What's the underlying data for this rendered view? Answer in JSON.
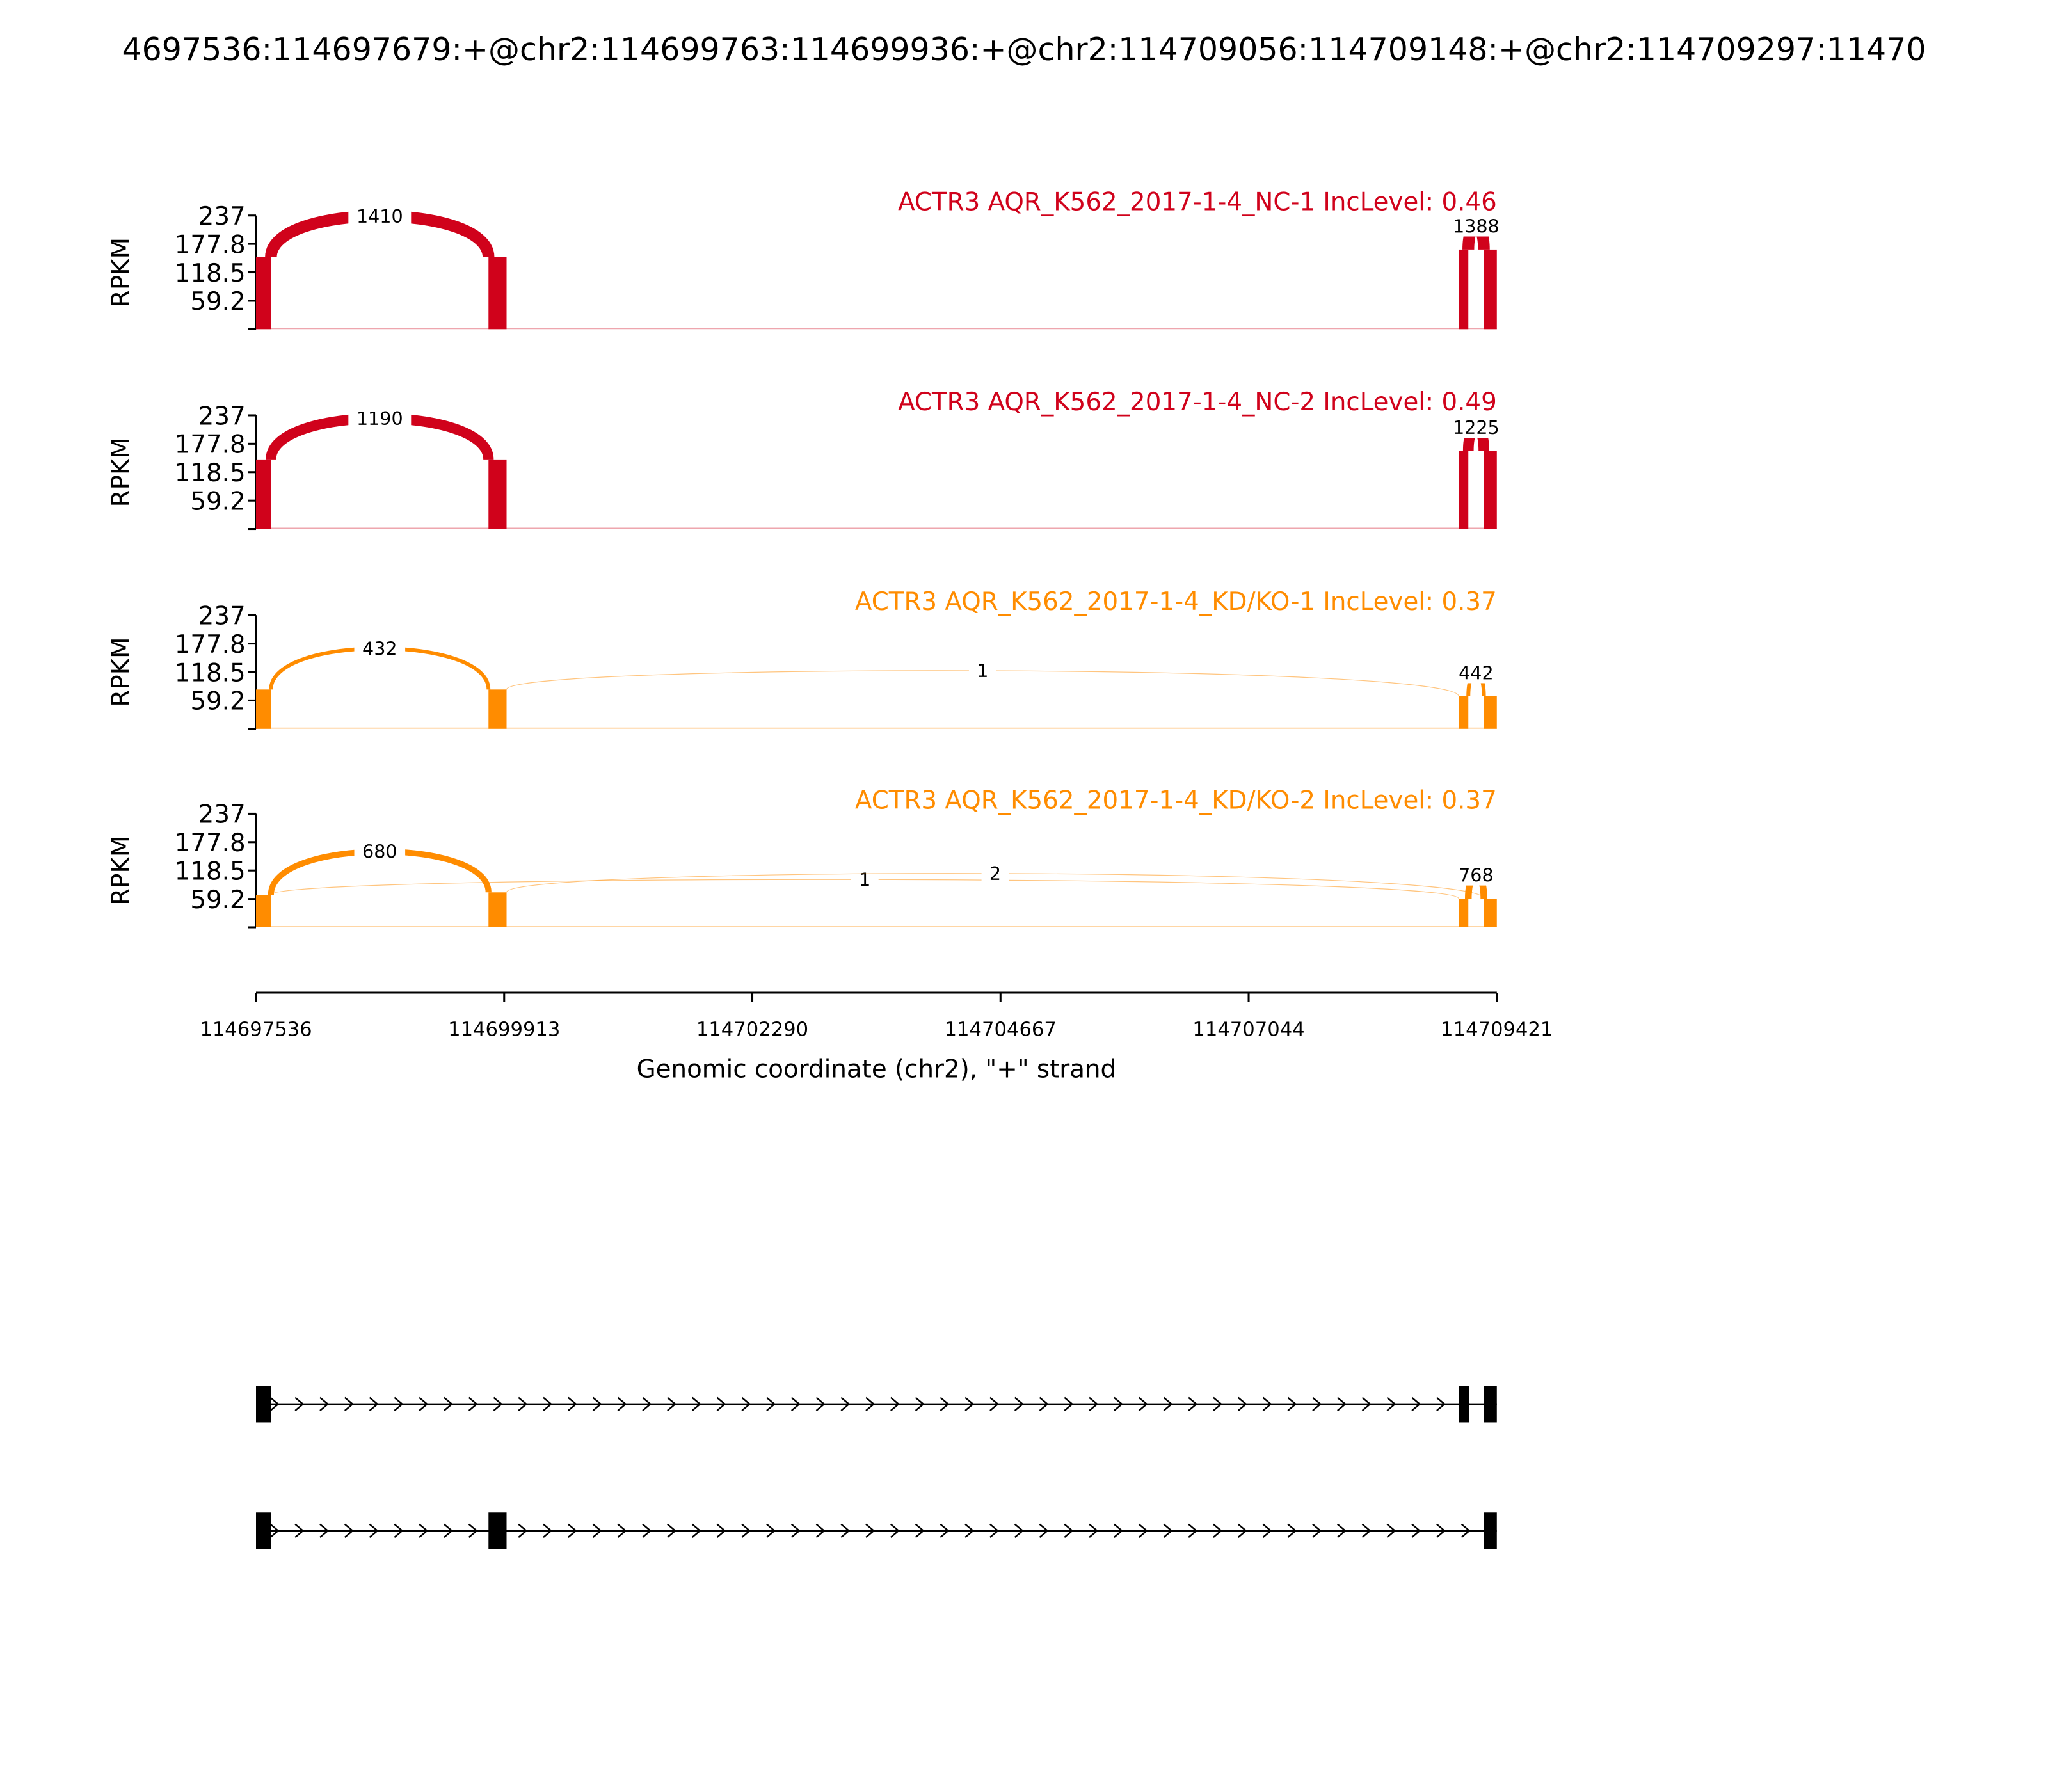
{
  "chart_data": {
    "type": "sashimi",
    "title": "4697536:114697679:+@chr2:114699763:114699936:+@chr2:114709056:114709148:+@chr2:114709297:11470",
    "xlabel": "Genomic coordinate (chr2), \"+\" strand",
    "ylabel": "RPKM",
    "xlim": [
      114697536,
      114709421
    ],
    "ylim": [
      0,
      237
    ],
    "x_ticks": [
      "114697536",
      "114699913",
      "114702290",
      "114704667",
      "114707044",
      "114709421"
    ],
    "y_ticks": [
      "59.2",
      "118.5",
      "177.8",
      "237"
    ],
    "exons": [
      [
        114697536,
        114697679
      ],
      [
        114699763,
        114699936
      ],
      [
        114709056,
        114709148
      ],
      [
        114709297,
        114709421
      ]
    ],
    "panels": [
      {
        "label": "ACTR3 AQR_K562_2017-1-4_NC-1 IncLevel: 0.46",
        "color": "#D0021B",
        "coverage": [
          150,
          150,
          166,
          166
        ],
        "junctions": [
          {
            "from": 0,
            "to": 1,
            "count": "1410"
          },
          {
            "from": 2,
            "to": 3,
            "count": "1388"
          }
        ]
      },
      {
        "label": "ACTR3 AQR_K562_2017-1-4_NC-2 IncLevel: 0.49",
        "color": "#D0021B",
        "coverage": [
          145,
          145,
          163,
          163
        ],
        "junctions": [
          {
            "from": 0,
            "to": 1,
            "count": "1190"
          },
          {
            "from": 2,
            "to": 3,
            "count": "1225"
          }
        ]
      },
      {
        "label": "ACTR3 AQR_K562_2017-1-4_KD/KO-1 IncLevel: 0.37",
        "color": "#FF8C00",
        "coverage": [
          82,
          82,
          68,
          68
        ],
        "junctions": [
          {
            "from": 0,
            "to": 1,
            "count": "432"
          },
          {
            "from": 1,
            "to": 2,
            "count": "1"
          },
          {
            "from": 2,
            "to": 3,
            "count": "442"
          }
        ]
      },
      {
        "label": "ACTR3 AQR_K562_2017-1-4_KD/KO-2 IncLevel: 0.37",
        "color": "#FF8C00",
        "coverage": [
          68,
          73,
          60,
          60
        ],
        "junctions": [
          {
            "from": 0,
            "to": 1,
            "count": "680"
          },
          {
            "from": 0,
            "to": 2,
            "count": "1"
          },
          {
            "from": 1,
            "to": 3,
            "count": "2"
          },
          {
            "from": 2,
            "to": 3,
            "count": "768"
          }
        ]
      }
    ],
    "transcripts": [
      {
        "exons": [
          0,
          2,
          3
        ]
      },
      {
        "exons": [
          0,
          1,
          3
        ]
      }
    ]
  }
}
